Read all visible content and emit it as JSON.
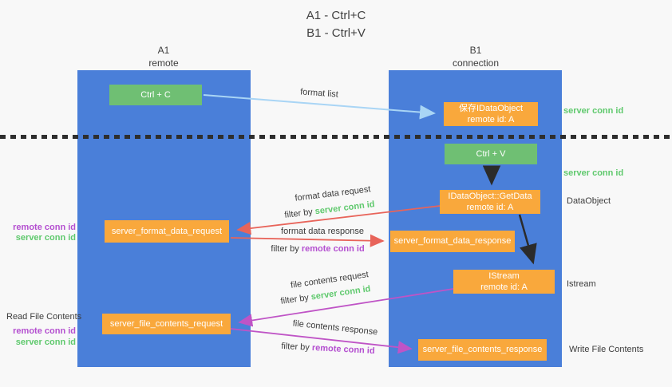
{
  "title": {
    "line1": "A1 - Ctrl+C",
    "line2": "B1 - Ctrl+V"
  },
  "lanes": {
    "left": {
      "name": "A1",
      "subtitle": "remote"
    },
    "right": {
      "name": "B1",
      "subtitle": "connection"
    }
  },
  "nodes": {
    "ctrl_c": {
      "label": "Ctrl + C"
    },
    "ctrl_v": {
      "label": "Ctrl + V"
    },
    "save_idataobject": {
      "line1": "保存IDataObject",
      "line2": "remote id: A"
    },
    "getdata": {
      "line1": "IDataObject::GetData",
      "line2": "remote id: A"
    },
    "istream": {
      "line1": "IStream",
      "line2": "remote id: A"
    },
    "server_format_data_request": {
      "label": "server_format_data_request"
    },
    "server_format_data_response": {
      "label": "server_format_data_response"
    },
    "server_file_contents_request": {
      "label": "server_file_contents_request"
    },
    "server_file_contents_response": {
      "label": "server_file_contents_response"
    }
  },
  "edge_labels": {
    "format_list": "format list",
    "format_data_request": "format data request",
    "format_data_response": "format data response",
    "file_contents_request": "file contents request",
    "file_contents_response": "file contents response",
    "filter_by": "filter by ",
    "server_conn_id": "server conn id",
    "remote_conn_id": "remote conn id"
  },
  "side_labels": {
    "server_conn_id_top": "server conn id",
    "server_conn_id_mid": "server conn id",
    "dataobject": "DataObject",
    "istream": "Istream",
    "write_file_contents": "Write File Contents",
    "read_file_contents": "Read File Contents",
    "remote_conn_id_1": "remote conn id",
    "server_conn_id_1": "server conn id",
    "remote_conn_id_2": "remote conn id",
    "server_conn_id_2": "server conn id"
  },
  "colors": {
    "lane_blue": "#4a7fd9",
    "green_box": "#6fbf73",
    "orange_box": "#f9a83c",
    "green_text": "#5fc96d",
    "purple_text": "#b44fd0",
    "red_arrow": "#e8645a",
    "magenta_arrow": "#bf54c6",
    "blue_arrow": "#a9d5f5",
    "black_arrow": "#2b2b2b",
    "background": "#f8f8f8"
  }
}
